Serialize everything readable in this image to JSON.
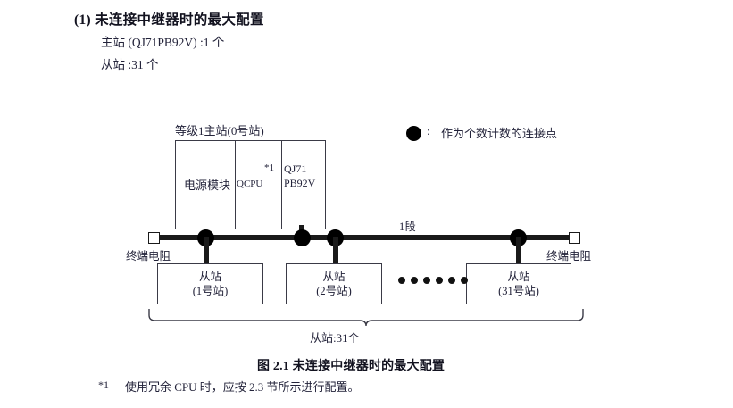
{
  "heading": {
    "number": "(1)",
    "title": "(1) 未连接中继器时的最大配置",
    "master_line": "主站 (QJ71PB92V) :1 个",
    "slave_line": "从站 :31 个"
  },
  "legend": {
    "symbol": "filled-circle",
    "colon": ":",
    "text": "作为个数计数的连接点"
  },
  "diagram": {
    "master_station_label": "等级1主站(0号站)",
    "rack": {
      "power_supply": "电源模块",
      "cpu": "QCPU",
      "cpu_footnote_mark": "*1",
      "network_module_line1": "QJ71",
      "network_module_line2": "PB92V"
    },
    "bus": {
      "segment_label": "1段",
      "terminator_left": "终端电阻",
      "terminator_right": "终端电阻"
    },
    "slaves": [
      {
        "name": "从站",
        "station": "(1号站)"
      },
      {
        "name": "从站",
        "station": "(2号站)"
      },
      {
        "name": "从站",
        "station": "(31号站)"
      }
    ],
    "ellipsis_dots": 6,
    "brace_label": "从站:31个"
  },
  "figure": {
    "caption": "图 2.1  未连接中继器时的最大配置"
  },
  "footnote": {
    "mark": "*1",
    "text": "使用冗余 CPU 时，应按 2.3 节所示进行配置。"
  },
  "colors": {
    "text": "#23233a",
    "heading": "#12121f",
    "line": "#1a1a1a",
    "box_border": "#3a3a46",
    "background": "#ffffff"
  }
}
